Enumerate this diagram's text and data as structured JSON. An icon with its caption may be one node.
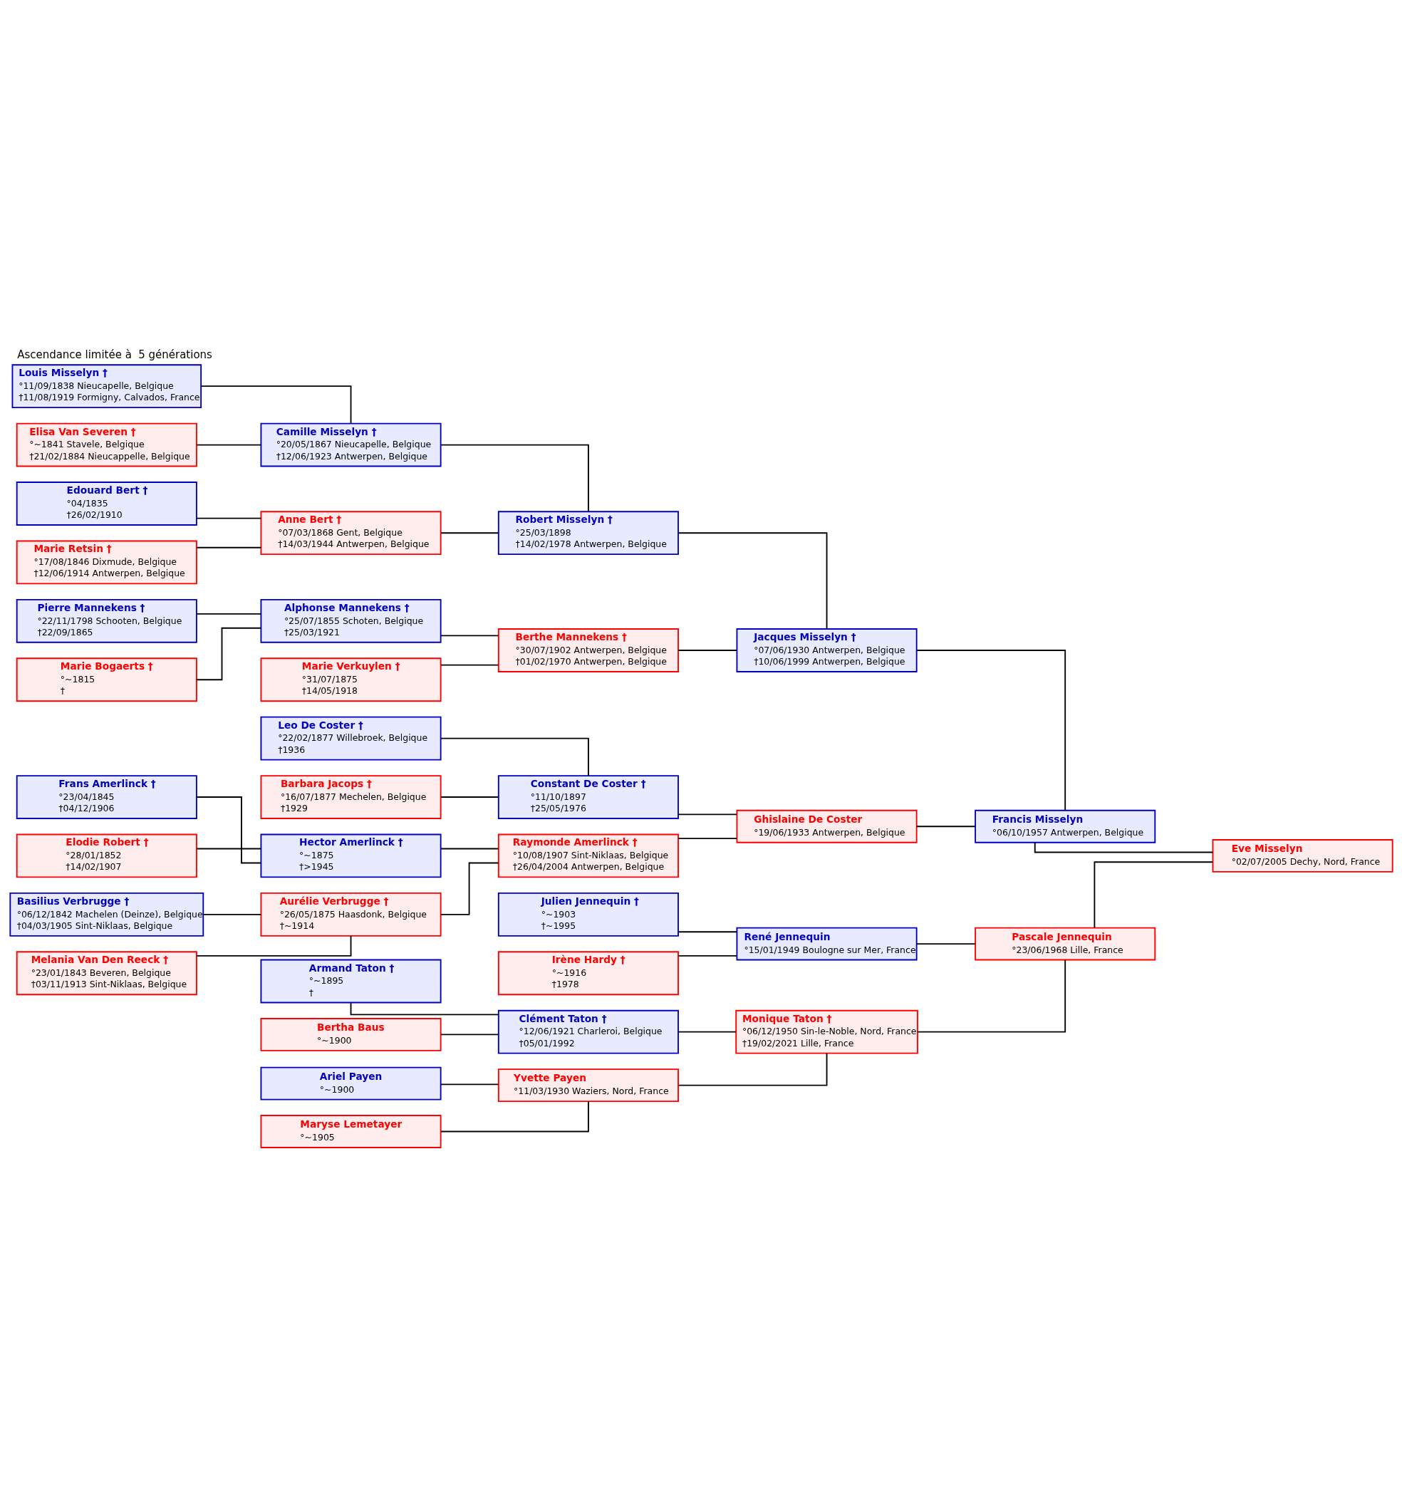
{
  "diagram": {
    "title": "Ascendance limitée à  5 générations",
    "nodes": [
      {
        "text": [
          "Louis Misselyn †",
          "°11/09/1838 Nieucapelle, Belgique",
          "†11/08/1919 Formigny, Calvados, France"
        ]
      },
      {
        "text": [
          "Camille Misselyn †",
          "°20/05/1867 Nieucapelle, Belgique",
          "†12/06/1923 Antwerpen, Belgique"
        ]
      },
      {
        "text": [
          "Elisa Van Severen †",
          "°~1841 Stavele, Belgique",
          "†21/02/1884 Nieucappelle, Belgique"
        ]
      },
      {
        "text": [
          "Robert Misselyn †",
          "°25/03/1898",
          "†14/02/1978 Antwerpen, Belgique"
        ]
      },
      {
        "text": [
          "Edouard Bert †",
          "°04/1835",
          "†26/02/1910"
        ]
      },
      {
        "text": [
          "Anne Bert †",
          "°07/03/1868 Gent, Belgique",
          "†14/03/1944 Antwerpen, Belgique"
        ]
      },
      {
        "text": [
          "Marie Retsin †",
          "°17/08/1846 Dixmude, Belgique",
          "†12/06/1914 Antwerpen, Belgique"
        ]
      },
      {
        "text": [
          "Jacques Misselyn †",
          "°07/06/1930 Antwerpen, Belgique",
          "†10/06/1999 Antwerpen, Belgique"
        ]
      },
      {
        "text": [
          "Pierre Mannekens †",
          "°22/11/1798 Schooten, Belgique",
          "†22/09/1865"
        ]
      },
      {
        "text": [
          "Alphonse Mannekens †",
          "°25/07/1855 Schoten, Belgique",
          "†25/03/1921"
        ]
      },
      {
        "text": [
          "Marie Bogaerts †",
          "°~1815",
          "†"
        ]
      },
      {
        "text": [
          "Berthe Mannekens †",
          "°30/07/1902 Antwerpen, Belgique",
          "†01/02/1970 Antwerpen, Belgique"
        ]
      },
      {
        "text": [
          "Marie Verkuylen †",
          "°31/07/1875",
          "†14/05/1918"
        ]
      },
      {
        "text": [
          "Francis Misselyn",
          "°06/10/1957 Antwerpen, Belgique"
        ]
      },
      {
        "text": [
          "Leo De Coster †",
          "°22/02/1877 Willebroek, Belgique",
          "†1936"
        ]
      },
      {
        "text": [
          "Constant De Coster †",
          "°11/10/1897",
          "†25/05/1976"
        ]
      },
      {
        "text": [
          "Barbara Jacops †",
          "°16/07/1877 Mechelen, Belgique",
          "†1929"
        ]
      },
      {
        "text": [
          "Ghislaine De Coster",
          "°19/06/1933 Antwerpen, Belgique"
        ]
      },
      {
        "text": [
          "Frans Amerlinck †",
          "°23/04/1845",
          "†04/12/1906"
        ]
      },
      {
        "text": [
          "Hector Amerlinck †",
          "°~1875",
          "†>1945"
        ]
      },
      {
        "text": [
          "Elodie Robert †",
          "°28/01/1852",
          "†14/02/1907"
        ]
      },
      {
        "text": [
          "Raymonde Amerlinck †",
          "°10/08/1907 Sint-Niklaas, Belgique",
          "†26/04/2004 Antwerpen, Belgique"
        ]
      },
      {
        "text": [
          "Basilius Verbrugge †",
          "°06/12/1842 Machelen (Deinze), Belgique",
          "†04/03/1905 Sint-Niklaas, Belgique"
        ]
      },
      {
        "text": [
          "Aurélie Verbrugge †",
          "°26/05/1875 Haasdonk, Belgique",
          "†~1914"
        ]
      },
      {
        "text": [
          "Melania Van Den Reeck †",
          "°23/01/1843 Beveren, Belgique",
          "†03/11/1913 Sint-Niklaas, Belgique"
        ]
      },
      {
        "text": [
          "Eve Misselyn",
          "°02/07/2005 Dechy, Nord, France"
        ]
      },
      {
        "text": [
          "Julien Jennequin †",
          "°~1903",
          "†~1995"
        ]
      },
      {
        "text": [
          "René Jennequin",
          "°15/01/1949 Boulogne sur Mer, France"
        ]
      },
      {
        "text": [
          "Irène Hardy †",
          "°~1916",
          "†1978"
        ]
      },
      {
        "text": [
          "Pascale Jennequin",
          "°23/06/1968 Lille, France"
        ]
      },
      {
        "text": [
          "Armand Taton †",
          "°~1895",
          "†"
        ]
      },
      {
        "text": [
          "Clément Taton †",
          "°12/06/1921 Charleroi, Belgique",
          "†05/01/1992"
        ]
      },
      {
        "text": [
          "Bertha Baus",
          "°~1900"
        ]
      },
      {
        "text": [
          "Monique Taton †",
          "°06/12/1950 Sin-le-Noble, Nord, France",
          "†19/02/2021 Lille, France"
        ]
      },
      {
        "text": [
          "Ariel Payen",
          "°~1900"
        ]
      },
      {
        "text": [
          "Yvette Payen",
          "°11/03/1930 Waziers, Nord, France"
        ]
      },
      {
        "text": [
          "Maryse Lemetayer",
          "°~1905"
        ]
      }
    ],
    "edges": [
      {
        "from": 0,
        "to": 1,
        "arrow": "none"
      },
      {
        "from": 2,
        "to": 1,
        "arrow": "none"
      },
      {
        "from": 4,
        "to": 5,
        "arrow": "none"
      },
      {
        "from": 6,
        "to": 5,
        "arrow": "none"
      },
      {
        "from": 1,
        "to": 3,
        "arrow": "none"
      },
      {
        "from": 5,
        "to": 3,
        "arrow": "none"
      },
      {
        "from": 8,
        "to": 9,
        "arrow": "none"
      },
      {
        "from": 10,
        "to": 9,
        "arrow": "none"
      },
      {
        "from": 9,
        "to": 11,
        "arrow": "none"
      },
      {
        "from": 12,
        "to": 11,
        "arrow": "none"
      },
      {
        "from": 3,
        "to": 7,
        "arrow": "none"
      },
      {
        "from": 11,
        "to": 7,
        "arrow": "none"
      },
      {
        "from": 14,
        "to": 15,
        "arrow": "none"
      },
      {
        "from": 16,
        "to": 15,
        "arrow": "none"
      },
      {
        "from": 18,
        "to": 19,
        "arrow": "none"
      },
      {
        "from": 20,
        "to": 19,
        "arrow": "none"
      },
      {
        "from": 22,
        "to": 23,
        "arrow": "none"
      },
      {
        "from": 24,
        "to": 23,
        "arrow": "none"
      },
      {
        "from": 19,
        "to": 21,
        "arrow": "none"
      },
      {
        "from": 23,
        "to": 21,
        "arrow": "none"
      },
      {
        "from": 15,
        "to": 17,
        "arrow": "none"
      },
      {
        "from": 21,
        "to": 17,
        "arrow": "none"
      },
      {
        "from": 7,
        "to": 13,
        "arrow": "none"
      },
      {
        "from": 17,
        "to": 13,
        "arrow": "none"
      },
      {
        "from": 13,
        "to": 25,
        "arrow": "none"
      },
      {
        "from": 29,
        "to": 25,
        "arrow": "none"
      },
      {
        "from": 26,
        "to": 27,
        "arrow": "none"
      },
      {
        "from": 28,
        "to": 27,
        "arrow": "none"
      },
      {
        "from": 30,
        "to": 31,
        "arrow": "none"
      },
      {
        "from": 32,
        "to": 31,
        "arrow": "none"
      },
      {
        "from": 34,
        "to": 35,
        "arrow": "none"
      },
      {
        "from": 36,
        "to": 35,
        "arrow": "none"
      },
      {
        "from": 31,
        "to": 33,
        "arrow": "none"
      },
      {
        "from": 35,
        "to": 33,
        "arrow": "none"
      },
      {
        "from": 27,
        "to": 29,
        "arrow": "none"
      },
      {
        "from": 33,
        "to": 29,
        "arrow": "none"
      }
    ]
  }
}
